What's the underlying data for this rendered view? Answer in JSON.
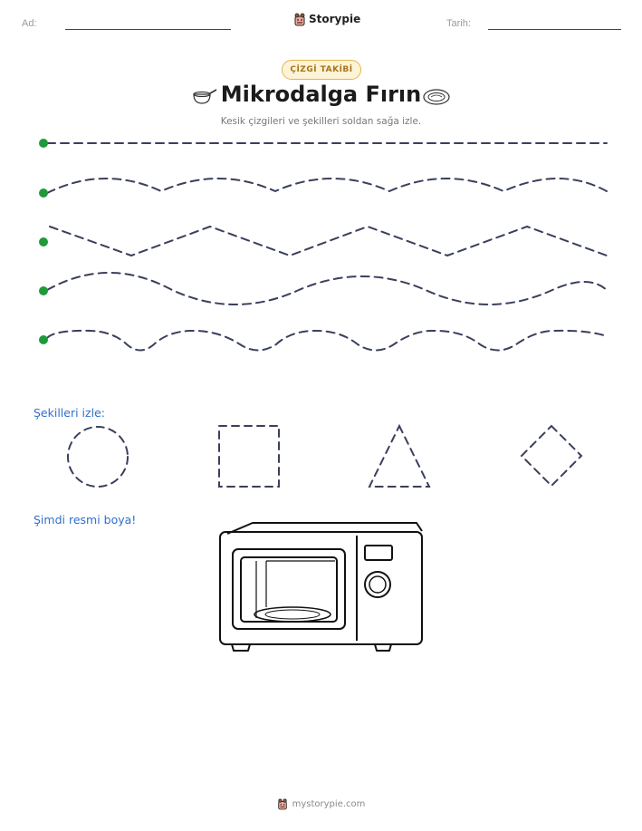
{
  "header": {
    "name_label": "Ad:",
    "date_label": "Tarih:",
    "brand": "Storypie"
  },
  "badge": "ÇİZGİ TAKİBİ",
  "title": "Mikrodalga Fırın",
  "subtitle": "Kesik çizgileri ve şekilleri soldan sağa izle.",
  "sections": {
    "shapes_label": "Şekilleri izle:",
    "color_label": "Şimdi resmi boya!"
  },
  "trace_lines": [
    "straight",
    "wave",
    "zigzag",
    "wave",
    "bumpy-wave"
  ],
  "shapes": [
    "circle",
    "square",
    "triangle",
    "diamond"
  ],
  "footer": "mystorypie.com",
  "colors": {
    "start_dot": "#1f9a3a",
    "dash": "#3a3f5c",
    "accent": "#2f6fd0",
    "badge_border": "#e3b64f"
  }
}
